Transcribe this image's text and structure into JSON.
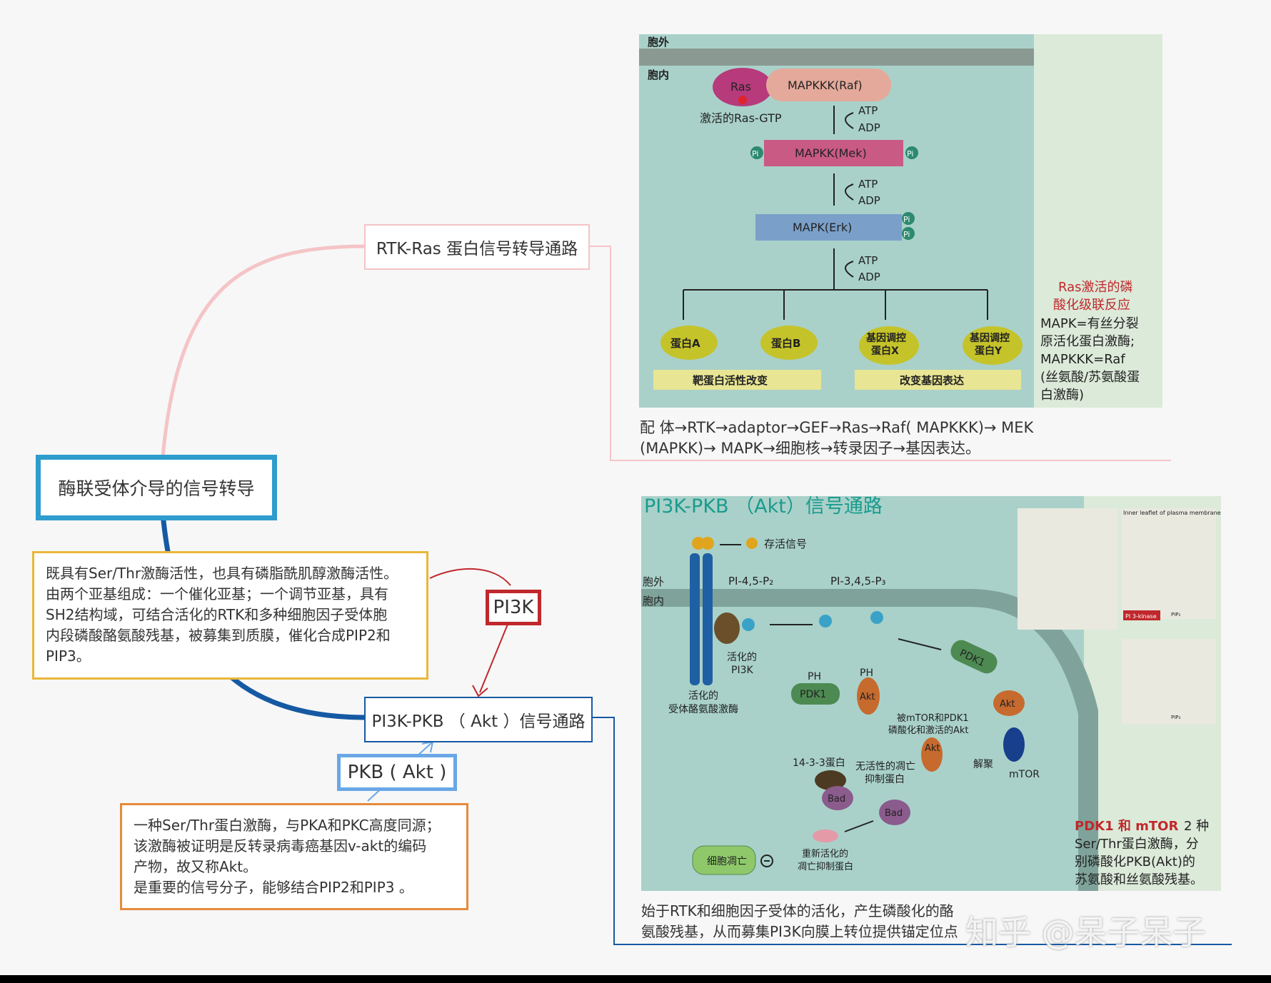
{
  "mindmap": {
    "root": "酶联受体介导的信号转导",
    "branch_rtk": "RTK-Ras 蛋白信号转导通路",
    "branch_pi3k": "PI3K-PKB （ Akt ）信号通路",
    "tag_pi3k": "PI3K",
    "tag_pkb": "PKB ( Akt )",
    "note_pi3k": [
      "既具有Ser/Thr激酶活性，也具有磷脂酰肌醇激酶活性。",
      "由两个亚基组成：一个催化亚基；一个调节亚基，具有",
      "SH2结构域，可结合活化的RTK和多种细胞因子受体胞",
      "内段磷酸酪氨酸残基，被募集到质膜，催化合成PIP2和",
      "PIP3。"
    ],
    "note_pkb": [
      "一种Ser/Thr蛋白激酶，与PKA和PKC高度同源；",
      "该激酶被证明是反转录病毒癌基因v-akt的编码",
      "产物，故又称Akt。",
      "是重要的信号分子，能够结合PIP2和PIP3 。"
    ],
    "caption_rtk": [
      "配 体→RTK→adaptor→GEF→Ras→Raf( MAPKKK)→ MEK",
      "(MAPKK)→ MAPK→细胞核→转录因子→基因表达。"
    ],
    "caption_pi3k": [
      "始于RTK和细胞因子受体的活化，产生磷酸化的酪",
      "氨酸残基，从而募集PI3K向膜上转位提供锚定位点"
    ]
  },
  "figure_mapk": {
    "outside": "胞外",
    "inside": "胞内",
    "ras": "Ras",
    "raf": "MAPKKK(Raf)",
    "ras_gtp": "激活的Ras-GTP",
    "atp": "ATP",
    "adp": "ADP",
    "mek": "MAPKK(Mek)",
    "erk": "MAPK(Erk)",
    "pi": "Pi",
    "protein_a": "蛋白A",
    "protein_b": "蛋白B",
    "gene_x": [
      "基因调控",
      "蛋白X"
    ],
    "gene_y": [
      "基因调控",
      "蛋白Y"
    ],
    "target_change": "靶蛋白活性改变",
    "gene_change": "改变基因表达",
    "side_title": [
      "Ras激活的磷",
      "酸化级联反应"
    ],
    "side_body": [
      "MAPK=有丝分裂",
      "原活化蛋白激酶;",
      "MAPKKK=Raf",
      "(丝氨酸/苏氨酸蛋",
      "白激酶)"
    ]
  },
  "figure_pi3k": {
    "title": "PI3K-PKB （Akt）信号通路",
    "survival": "存活信号",
    "outside": "胞外",
    "inside": "胞内",
    "pip2": "PI-4,5-P₂",
    "pip3": "PI-3,4,5-P₃",
    "activated_pi3k": [
      "活化的",
      "PI3K"
    ],
    "receptor": [
      "活化的",
      "受体酪氨酸激酶"
    ],
    "ph": "PH",
    "pdk1": "PDK1",
    "akt": "Akt",
    "akt_activated": [
      "被mTOR和PDK1",
      "磷酸化和激活的Akt"
    ],
    "mtor": "mTOR",
    "p1433": "14-3-3蛋白",
    "inactive_bad": [
      "无活性的凋亡",
      "抑制蛋白"
    ],
    "dissociate": "解聚",
    "bad": "Bad",
    "apoptosis": "细胞凋亡",
    "reactivated": [
      "重新活化的",
      "凋亡抑制蛋白"
    ],
    "inset_label": "Inner leaflet of plasma membrane",
    "pi3kinase": "PI 3-kinase",
    "inset_pip2": "PIP₂",
    "inset_pip3": "PIP₃",
    "side_title": "PDK1 和 mTOR",
    "side_body": [
      "2 种",
      "Ser/Thr蛋白激酶，分",
      "别磷酸化PKB(Akt)的",
      "苏氨酸和丝氨酸残基。"
    ]
  },
  "watermark": "知乎 @呆子呆子",
  "colors": {
    "pink": "#f5b9bd",
    "blue_dark": "#1659a3",
    "red": "#c0282c",
    "orange": "#e58a3c",
    "yellow": "#e9b73a",
    "teal": "#3aa2c7",
    "light_blue": "#6aa7e6",
    "fig_bg": "#a9d1c9"
  }
}
